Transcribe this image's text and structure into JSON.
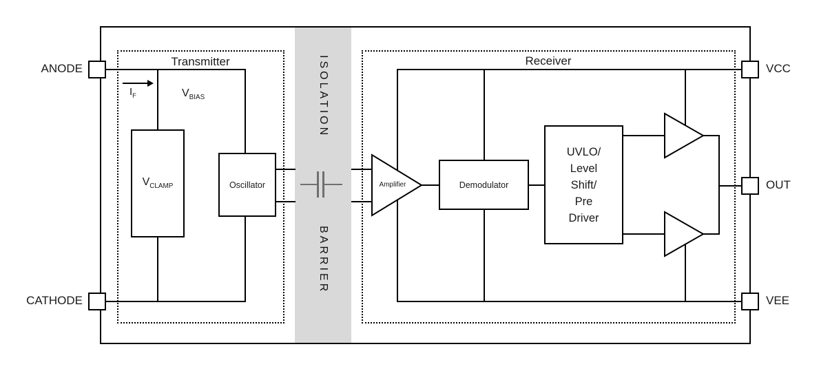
{
  "diagram": {
    "pins": {
      "anode": "ANODE",
      "cathode": "CATHODE",
      "vcc": "VCC",
      "out": "OUT",
      "vee": "VEE"
    },
    "transmitter": {
      "title": "Transmitter",
      "if_current": {
        "base": "I",
        "sub": "F"
      },
      "vbias": {
        "base": "V",
        "sub": "BIAS"
      },
      "vclamp": {
        "base": "V",
        "sub": "CLAMP"
      },
      "oscillator": "Oscillator"
    },
    "isolation": {
      "line1": "ISOLATION",
      "line2": "BARRIER",
      "band_color": "#d9d9d9",
      "capacitor_color": "#6f6f6f"
    },
    "receiver": {
      "title": "Receiver",
      "amplifier": "Amplifier",
      "demodulator": "Demodulator",
      "uvlo_lines": [
        "UVLO/",
        "Level",
        "Shift/",
        "Pre",
        "Driver"
      ]
    },
    "colors": {
      "line": "#000000",
      "background": "#ffffff"
    }
  }
}
